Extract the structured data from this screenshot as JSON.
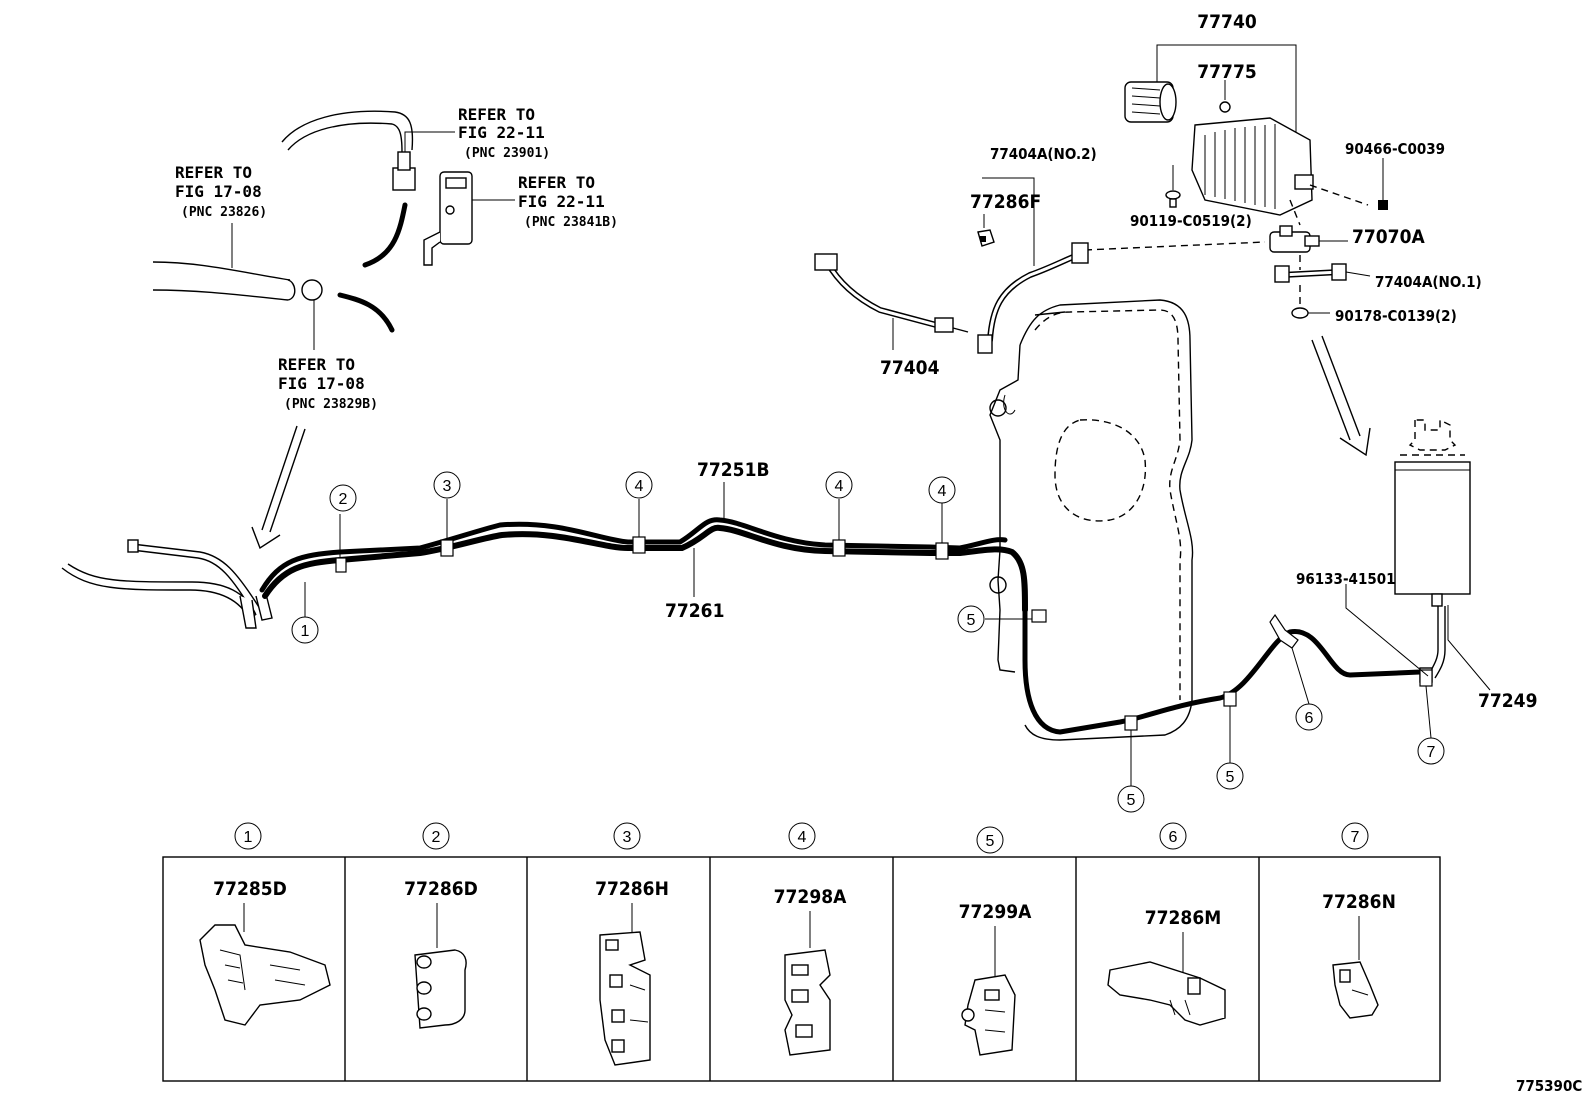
{
  "labels": {
    "p77740": "77740",
    "p77775": "77775",
    "p90466": "90466-C0039",
    "p90119": "90119-C0519(2)",
    "p77070A": "77070A",
    "p77404A_no1": "77404A(NO.1)",
    "p90178": "90178-C0139(2)",
    "p77404A_no2": "77404A(NO.2)",
    "p77286F": "77286F",
    "p77404": "77404",
    "p77251B": "77251B",
    "p77261": "77261",
    "p96133": "96133-41501",
    "p77249": "77249",
    "diagram_code": "775390C"
  },
  "refs": [
    {
      "line1": "REFER TO",
      "line2": "FIG 22-11",
      "line3": "(PNC 23901)"
    },
    {
      "line1": "REFER TO",
      "line2": "FIG 17-08",
      "line3": "(PNC 23826)"
    },
    {
      "line1": "REFER TO",
      "line2": "FIG 22-11",
      "line3": "(PNC 23841B)"
    },
    {
      "line1": "REFER TO",
      "line2": "FIG 17-08",
      "line3": "(PNC 23829B)"
    }
  ],
  "callouts": {
    "c1": "1",
    "c2": "2",
    "c3": "3",
    "c4": "4",
    "c5": "5",
    "c6": "6",
    "c7": "7"
  },
  "table": [
    {
      "num": "1",
      "part": "77285D"
    },
    {
      "num": "2",
      "part": "77286D"
    },
    {
      "num": "3",
      "part": "77286H"
    },
    {
      "num": "4",
      "part": "77298A"
    },
    {
      "num": "5",
      "part": "77299A"
    },
    {
      "num": "6",
      "part": "77286M"
    },
    {
      "num": "7",
      "part": "77286N"
    }
  ]
}
